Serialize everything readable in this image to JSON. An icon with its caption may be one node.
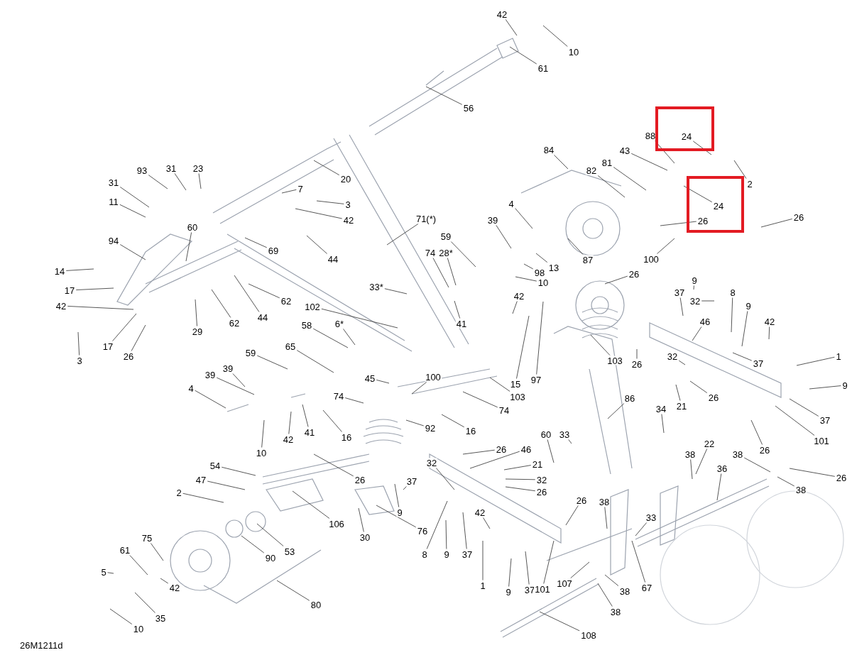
{
  "diagram": {
    "nodes": [
      {
        "text": [
          "42"
        ]
      },
      {
        "text": [
          "10"
        ]
      },
      {
        "text": [
          "61"
        ]
      },
      {
        "text": [
          "56"
        ]
      },
      {
        "text": [
          "20"
        ]
      },
      {
        "text": [
          "7"
        ]
      },
      {
        "text": [
          "3"
        ]
      },
      {
        "text": [
          "42"
        ]
      },
      {
        "text": [
          "71(*)"
        ]
      },
      {
        "text": [
          "44"
        ]
      },
      {
        "text": [
          "93"
        ]
      },
      {
        "text": [
          "31"
        ]
      },
      {
        "text": [
          "23"
        ]
      },
      {
        "text": [
          "31"
        ]
      },
      {
        "text": [
          "11"
        ]
      },
      {
        "text": [
          "60"
        ]
      },
      {
        "text": [
          "94"
        ]
      },
      {
        "text": [
          "14"
        ]
      },
      {
        "text": [
          "17"
        ]
      },
      {
        "text": [
          "42"
        ]
      },
      {
        "text": [
          "3"
        ]
      },
      {
        "text": [
          "17"
        ]
      },
      {
        "text": [
          "26"
        ]
      },
      {
        "text": [
          "69"
        ]
      },
      {
        "text": [
          "44"
        ]
      },
      {
        "text": [
          "62"
        ]
      },
      {
        "text": [
          "29"
        ]
      },
      {
        "text": [
          "62"
        ]
      },
      {
        "text": [
          "102"
        ]
      },
      {
        "text": [
          "33*"
        ]
      },
      {
        "text": [
          "58"
        ]
      },
      {
        "text": [
          "6*"
        ]
      },
      {
        "text": [
          "59"
        ]
      },
      {
        "text": [
          "65"
        ]
      },
      {
        "text": [
          "39"
        ]
      },
      {
        "text": [
          "39"
        ]
      },
      {
        "text": [
          "4"
        ]
      },
      {
        "text": [
          "10"
        ]
      },
      {
        "text": [
          "42"
        ]
      },
      {
        "text": [
          "41"
        ]
      },
      {
        "text": [
          "74"
        ]
      },
      {
        "text": [
          "45"
        ]
      },
      {
        "text": [
          "16"
        ]
      },
      {
        "text": [
          "100"
        ]
      },
      {
        "text": [
          "74"
        ]
      },
      {
        "text": [
          "103"
        ]
      },
      {
        "text": [
          "15"
        ]
      },
      {
        "text": [
          "97"
        ]
      },
      {
        "text": [
          "92"
        ]
      },
      {
        "text": [
          "16"
        ]
      },
      {
        "text": [
          "59"
        ]
      },
      {
        "text": [
          "74"
        ]
      },
      {
        "text": [
          "28*"
        ]
      },
      {
        "text": [
          "39"
        ]
      },
      {
        "text": [
          "4"
        ]
      },
      {
        "text": [
          "98"
        ]
      },
      {
        "text": [
          "13"
        ]
      },
      {
        "text": [
          "87"
        ]
      },
      {
        "text": [
          "10"
        ]
      },
      {
        "text": [
          "42"
        ]
      },
      {
        "text": [
          "41"
        ]
      },
      {
        "text": [
          "84"
        ]
      },
      {
        "text": [
          "82"
        ]
      },
      {
        "text": [
          "81"
        ]
      },
      {
        "text": [
          "43"
        ]
      },
      {
        "text": [
          "88"
        ]
      },
      {
        "text": [],
        "shape": "box"
      },
      {
        "text": [
          "24"
        ],
        "in": 66
      },
      {
        "text": [
          "2"
        ]
      },
      {
        "text": [],
        "shape": "box"
      },
      {
        "text": [
          "24"
        ],
        "in": 69
      },
      {
        "text": [
          "26"
        ],
        "in": 69
      },
      {
        "text": [
          "26"
        ]
      },
      {
        "text": [
          "100"
        ]
      },
      {
        "text": [
          "26"
        ]
      },
      {
        "text": [
          "103"
        ]
      },
      {
        "text": [
          "26"
        ]
      },
      {
        "text": [
          "86"
        ]
      },
      {
        "text": [
          "9"
        ]
      },
      {
        "text": [
          "37"
        ]
      },
      {
        "text": [
          "32"
        ]
      },
      {
        "text": [
          "8"
        ]
      },
      {
        "text": [
          "9"
        ]
      },
      {
        "text": [
          "46"
        ]
      },
      {
        "text": [
          "42"
        ]
      },
      {
        "text": [
          "37"
        ]
      },
      {
        "text": [
          "32"
        ]
      },
      {
        "text": [
          "21"
        ]
      },
      {
        "text": [
          "26"
        ]
      },
      {
        "text": [
          "1"
        ]
      },
      {
        "text": [
          "9"
        ]
      },
      {
        "text": [
          "37"
        ]
      },
      {
        "text": [
          "101"
        ]
      },
      {
        "text": [
          "26"
        ]
      },
      {
        "text": [
          "34"
        ]
      },
      {
        "text": [
          "22"
        ]
      },
      {
        "text": [
          "38"
        ]
      },
      {
        "text": [
          "36"
        ]
      },
      {
        "text": [
          "38"
        ]
      },
      {
        "text": [
          "26"
        ]
      },
      {
        "text": [
          "38"
        ]
      },
      {
        "text": [
          "60"
        ]
      },
      {
        "text": [
          "33"
        ]
      },
      {
        "text": [
          "46"
        ]
      },
      {
        "text": [
          "26"
        ]
      },
      {
        "text": [
          "21"
        ]
      },
      {
        "text": [
          "32"
        ]
      },
      {
        "text": [
          "26"
        ]
      },
      {
        "text": [
          "32"
        ]
      },
      {
        "text": [
          "37"
        ]
      },
      {
        "text": [
          "26"
        ]
      },
      {
        "text": [
          "54"
        ]
      },
      {
        "text": [
          "47"
        ]
      },
      {
        "text": [
          "2"
        ]
      },
      {
        "text": [
          "9"
        ]
      },
      {
        "text": [
          "76"
        ]
      },
      {
        "text": [
          "106"
        ]
      },
      {
        "text": [
          "30"
        ]
      },
      {
        "text": [
          "42"
        ]
      },
      {
        "text": [
          "26"
        ]
      },
      {
        "text": [
          "38"
        ]
      },
      {
        "text": [
          "33"
        ]
      },
      {
        "text": [
          "8"
        ]
      },
      {
        "text": [
          "9"
        ]
      },
      {
        "text": [
          "37"
        ]
      },
      {
        "text": [
          "1"
        ]
      },
      {
        "text": [
          "9"
        ]
      },
      {
        "text": [
          "37"
        ]
      },
      {
        "text": [
          "101"
        ]
      },
      {
        "text": [
          "107"
        ]
      },
      {
        "text": [
          "38"
        ]
      },
      {
        "text": [
          "38"
        ]
      },
      {
        "text": [
          "67"
        ]
      },
      {
        "text": [
          "108"
        ]
      },
      {
        "text": [
          "75"
        ]
      },
      {
        "text": [
          "61"
        ]
      },
      {
        "text": [
          "5"
        ]
      },
      {
        "text": [
          "42"
        ]
      },
      {
        "text": [
          "35"
        ]
      },
      {
        "text": [
          "10"
        ]
      },
      {
        "text": [
          "90"
        ]
      },
      {
        "text": [
          "53"
        ]
      },
      {
        "text": [
          "80"
        ]
      }
    ],
    "edges": [
      {
        "from": 0,
        "to": null,
        "arrow": "none"
      },
      {
        "from": 1,
        "to": null,
        "arrow": "none"
      },
      {
        "from": 2,
        "to": null,
        "arrow": "none"
      },
      {
        "from": 3,
        "to": null,
        "arrow": "none"
      },
      {
        "from": 4,
        "to": null,
        "arrow": "none"
      },
      {
        "from": 5,
        "to": null,
        "arrow": "none"
      },
      {
        "from": 6,
        "to": null,
        "arrow": "none"
      },
      {
        "from": 7,
        "to": null,
        "arrow": "none"
      },
      {
        "from": 8,
        "to": null,
        "arrow": "none"
      },
      {
        "from": 9,
        "to": null,
        "arrow": "none"
      },
      {
        "from": 10,
        "to": null,
        "arrow": "none"
      },
      {
        "from": 11,
        "to": null,
        "arrow": "none"
      },
      {
        "from": 12,
        "to": null,
        "arrow": "none"
      },
      {
        "from": 13,
        "to": null,
        "arrow": "none"
      },
      {
        "from": 14,
        "to": null,
        "arrow": "none"
      },
      {
        "from": 15,
        "to": null,
        "arrow": "none"
      },
      {
        "from": 16,
        "to": null,
        "arrow": "none"
      },
      {
        "from": 17,
        "to": null,
        "arrow": "none"
      },
      {
        "from": 18,
        "to": null,
        "arrow": "none"
      },
      {
        "from": 19,
        "to": null,
        "arrow": "none"
      },
      {
        "from": 20,
        "to": null,
        "arrow": "none"
      },
      {
        "from": 21,
        "to": null,
        "arrow": "none"
      },
      {
        "from": 22,
        "to": null,
        "arrow": "none"
      },
      {
        "from": 23,
        "to": null,
        "arrow": "none"
      },
      {
        "from": 24,
        "to": null,
        "arrow": "none"
      },
      {
        "from": 25,
        "to": null,
        "arrow": "none"
      },
      {
        "from": 26,
        "to": null,
        "arrow": "none"
      },
      {
        "from": 27,
        "to": null,
        "arrow": "none"
      },
      {
        "from": 28,
        "to": null,
        "arrow": "none"
      },
      {
        "from": 29,
        "to": null,
        "arrow": "none"
      },
      {
        "from": 30,
        "to": null,
        "arrow": "none"
      },
      {
        "from": 31,
        "to": null,
        "arrow": "none"
      },
      {
        "from": 32,
        "to": null,
        "arrow": "none"
      },
      {
        "from": 33,
        "to": null,
        "arrow": "none"
      },
      {
        "from": 34,
        "to": null,
        "arrow": "none"
      },
      {
        "from": 35,
        "to": null,
        "arrow": "none"
      },
      {
        "from": 36,
        "to": null,
        "arrow": "none"
      },
      {
        "from": 37,
        "to": null,
        "arrow": "none"
      },
      {
        "from": 38,
        "to": null,
        "arrow": "none"
      },
      {
        "from": 39,
        "to": null,
        "arrow": "none"
      },
      {
        "from": 40,
        "to": null,
        "arrow": "none"
      },
      {
        "from": 41,
        "to": null,
        "arrow": "none"
      },
      {
        "from": 42,
        "to": null,
        "arrow": "none"
      },
      {
        "from": 43,
        "to": null,
        "arrow": "none"
      },
      {
        "from": 44,
        "to": null,
        "arrow": "none"
      },
      {
        "from": 45,
        "to": null,
        "arrow": "none"
      },
      {
        "from": 46,
        "to": null,
        "arrow": "none"
      },
      {
        "from": 47,
        "to": null,
        "arrow": "none"
      },
      {
        "from": 48,
        "to": null,
        "arrow": "none"
      },
      {
        "from": 49,
        "to": null,
        "arrow": "none"
      },
      {
        "from": 50,
        "to": null,
        "arrow": "none"
      },
      {
        "from": 51,
        "to": null,
        "arrow": "none"
      },
      {
        "from": 52,
        "to": null,
        "arrow": "none"
      },
      {
        "from": 53,
        "to": null,
        "arrow": "none"
      },
      {
        "from": 54,
        "to": null,
        "arrow": "none"
      },
      {
        "from": 55,
        "to": null,
        "arrow": "none"
      },
      {
        "from": 56,
        "to": null,
        "arrow": "none"
      },
      {
        "from": 57,
        "to": null,
        "arrow": "none"
      },
      {
        "from": 58,
        "to": null,
        "arrow": "none"
      },
      {
        "from": 59,
        "to": null,
        "arrow": "none"
      },
      {
        "from": 60,
        "to": null,
        "arrow": "none"
      },
      {
        "from": 61,
        "to": null,
        "arrow": "none"
      },
      {
        "from": 62,
        "to": null,
        "arrow": "none"
      },
      {
        "from": 63,
        "to": null,
        "arrow": "none"
      },
      {
        "from": 64,
        "to": null,
        "arrow": "none"
      },
      {
        "from": 65,
        "to": null,
        "arrow": "none"
      },
      {
        "from": 67,
        "to": null,
        "arrow": "none"
      },
      {
        "from": 68,
        "to": null,
        "arrow": "none"
      },
      {
        "from": 70,
        "to": null,
        "arrow": "none"
      },
      {
        "from": 71,
        "to": null,
        "arrow": "none"
      },
      {
        "from": 72,
        "to": null,
        "arrow": "none"
      },
      {
        "from": 73,
        "to": null,
        "arrow": "none"
      },
      {
        "from": 74,
        "to": null,
        "arrow": "none"
      },
      {
        "from": 75,
        "to": null,
        "arrow": "none"
      },
      {
        "from": 76,
        "to": null,
        "arrow": "none"
      },
      {
        "from": 77,
        "to": null,
        "arrow": "none"
      },
      {
        "from": 78,
        "to": null,
        "arrow": "none"
      },
      {
        "from": 79,
        "to": null,
        "arrow": "none"
      },
      {
        "from": 80,
        "to": null,
        "arrow": "none"
      },
      {
        "from": 81,
        "to": null,
        "arrow": "none"
      },
      {
        "from": 82,
        "to": null,
        "arrow": "none"
      },
      {
        "from": 83,
        "to": null,
        "arrow": "none"
      },
      {
        "from": 84,
        "to": null,
        "arrow": "none"
      },
      {
        "from": 85,
        "to": null,
        "arrow": "none"
      },
      {
        "from": 86,
        "to": null,
        "arrow": "none"
      },
      {
        "from": 87,
        "to": null,
        "arrow": "none"
      },
      {
        "from": 88,
        "to": null,
        "arrow": "none"
      },
      {
        "from": 89,
        "to": null,
        "arrow": "none"
      },
      {
        "from": 90,
        "to": null,
        "arrow": "none"
      },
      {
        "from": 91,
        "to": null,
        "arrow": "none"
      },
      {
        "from": 92,
        "to": null,
        "arrow": "none"
      },
      {
        "from": 93,
        "to": null,
        "arrow": "none"
      },
      {
        "from": 94,
        "to": null,
        "arrow": "none"
      },
      {
        "from": 95,
        "to": null,
        "arrow": "none"
      },
      {
        "from": 96,
        "to": null,
        "arrow": "none"
      },
      {
        "from": 97,
        "to": null,
        "arrow": "none"
      },
      {
        "from": 98,
        "to": null,
        "arrow": "none"
      },
      {
        "from": 99,
        "to": null,
        "arrow": "none"
      },
      {
        "from": 100,
        "to": null,
        "arrow": "none"
      },
      {
        "from": 101,
        "to": null,
        "arrow": "none"
      },
      {
        "from": 102,
        "to": null,
        "arrow": "none"
      },
      {
        "from": 103,
        "to": null,
        "arrow": "none"
      },
      {
        "from": 104,
        "to": null,
        "arrow": "none"
      },
      {
        "from": 105,
        "to": null,
        "arrow": "none"
      },
      {
        "from": 106,
        "to": null,
        "arrow": "none"
      },
      {
        "from": 107,
        "to": null,
        "arrow": "none"
      },
      {
        "from": 108,
        "to": null,
        "arrow": "none"
      },
      {
        "from": 109,
        "to": null,
        "arrow": "none"
      },
      {
        "from": 110,
        "to": null,
        "arrow": "none"
      },
      {
        "from": 111,
        "to": null,
        "arrow": "none"
      },
      {
        "from": 112,
        "to": null,
        "arrow": "none"
      },
      {
        "from": 113,
        "to": null,
        "arrow": "none"
      },
      {
        "from": 114,
        "to": null,
        "arrow": "none"
      },
      {
        "from": 115,
        "to": null,
        "arrow": "none"
      },
      {
        "from": 116,
        "to": null,
        "arrow": "none"
      },
      {
        "from": 117,
        "to": null,
        "arrow": "none"
      },
      {
        "from": 118,
        "to": null,
        "arrow": "none"
      },
      {
        "from": 119,
        "to": null,
        "arrow": "none"
      },
      {
        "from": 120,
        "to": null,
        "arrow": "none"
      },
      {
        "from": 121,
        "to": null,
        "arrow": "none"
      },
      {
        "from": 122,
        "to": null,
        "arrow": "none"
      },
      {
        "from": 123,
        "to": null,
        "arrow": "none"
      },
      {
        "from": 124,
        "to": null,
        "arrow": "none"
      },
      {
        "from": 125,
        "to": null,
        "arrow": "none"
      },
      {
        "from": 126,
        "to": null,
        "arrow": "none"
      },
      {
        "from": 127,
        "to": null,
        "arrow": "none"
      },
      {
        "from": 128,
        "to": null,
        "arrow": "none"
      },
      {
        "from": 129,
        "to": null,
        "arrow": "none"
      },
      {
        "from": 130,
        "to": null,
        "arrow": "none"
      },
      {
        "from": 131,
        "to": null,
        "arrow": "none"
      },
      {
        "from": 132,
        "to": null,
        "arrow": "none"
      },
      {
        "from": 133,
        "to": null,
        "arrow": "none"
      },
      {
        "from": 134,
        "to": null,
        "arrow": "none"
      },
      {
        "from": 135,
        "to": null,
        "arrow": "none"
      },
      {
        "from": 136,
        "to": null,
        "arrow": "none"
      },
      {
        "from": 137,
        "to": null,
        "arrow": "none"
      },
      {
        "from": 138,
        "to": null,
        "arrow": "none"
      },
      {
        "from": 139,
        "to": null,
        "arrow": "none"
      },
      {
        "from": 140,
        "to": null,
        "arrow": "none"
      },
      {
        "from": 141,
        "to": null,
        "arrow": "none"
      },
      {
        "from": 142,
        "to": null,
        "arrow": "none"
      }
    ],
    "labels": [
      "26M1211d"
    ]
  }
}
